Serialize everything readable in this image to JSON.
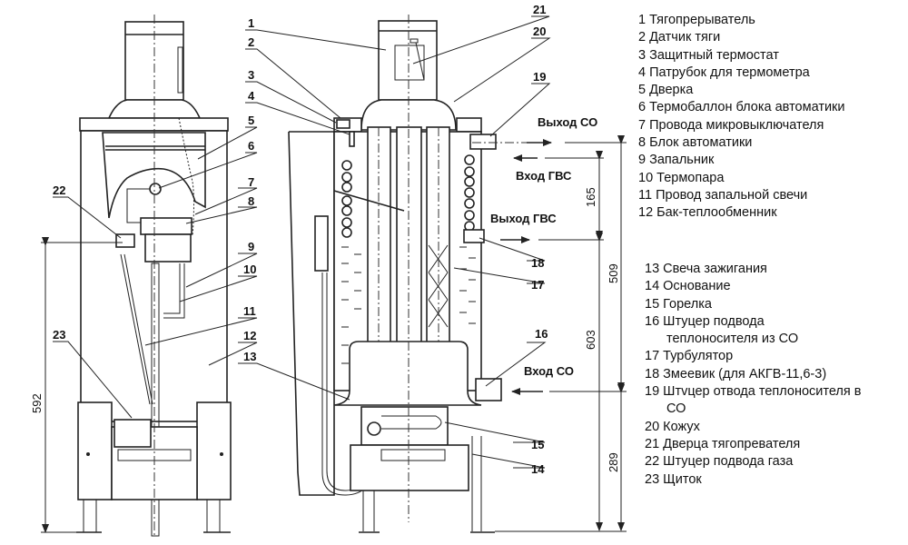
{
  "legend_top": [
    "1 Тягопрерыватель",
    "2 Датчик тяги",
    "3 Защитный термостат",
    "4 Патрубок для термометра",
    "5 Дверка",
    "6 Термобаллон блока автоматики",
    "7 Провода микровыключателя",
    "8 Блок автоматики",
    "9 Запальник",
    "10 Термопара",
    "11 Провод запальной свечи",
    "12 Бак-теплообменник"
  ],
  "legend_bottom": [
    {
      "text": "13 Свеча зажигания"
    },
    {
      "text": "14 Основание"
    },
    {
      "text": "15 Горелка"
    },
    {
      "text": "16 Штуцер подвода"
    },
    {
      "text": "теплоносителя из СО",
      "indent": true
    },
    {
      "text": "17 Турбулятор"
    },
    {
      "text": "18 Змеевик (для АКГВ-11,6-3)"
    },
    {
      "text": "19 Штvцер отвода теплоносителя в"
    },
    {
      "text": "СО",
      "indent": true
    },
    {
      "text": "20 Кожух"
    },
    {
      "text": "21 Дверца тягопревателя"
    },
    {
      "text": "22 Штуцер подвода газа"
    },
    {
      "text": "23 Щиток"
    }
  ],
  "callouts": {
    "n1": "1",
    "n2": "2",
    "n3": "3",
    "n4": "4",
    "n5": "5",
    "n6": "6",
    "n7": "7",
    "n8": "8",
    "n9": "9",
    "n10": "10",
    "n11": "11",
    "n12": "12",
    "n13": "13",
    "n14": "14",
    "n15": "15",
    "n16": "16",
    "n17": "17",
    "n18": "18",
    "n19": "19",
    "n20": "20",
    "n21": "21",
    "n22": "22",
    "n23": "23"
  },
  "flows": {
    "co_out": "Выход СО",
    "dhw_in": "Вход ГВС",
    "dhw_out": "Выход ГВС",
    "co_in": "Вход СО"
  },
  "dimensions": {
    "d165": "165",
    "d509": "509",
    "d603": "603",
    "d289": "289",
    "d592": "592"
  }
}
